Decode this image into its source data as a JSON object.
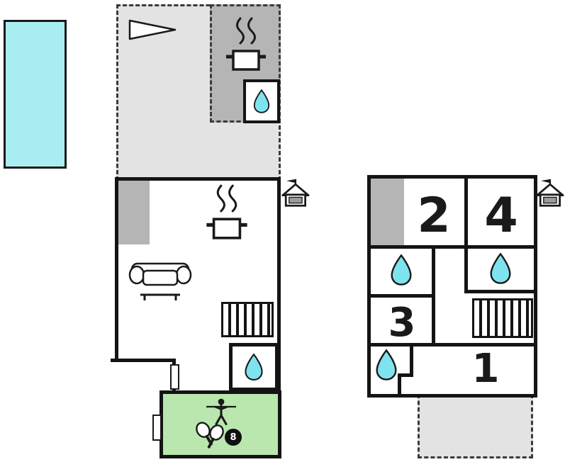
{
  "colors": {
    "pool": "#a9eef2",
    "terrace": "#e3e3e3",
    "dark-zone": "#b5b5b5",
    "game-room": "#b9e7ad",
    "water-drop": "#7ee3ef",
    "wall": "#141414"
  },
  "ground_floor": {
    "pool_icon": "swimming-pool",
    "terrace_icons": [
      "pennant-icon",
      "stove-icon",
      "water-drop-icon"
    ],
    "room_icons": [
      "stove-icon",
      "sofa-icon",
      "stairs-icon",
      "water-drop-icon"
    ],
    "game_room": {
      "icons": [
        "foosball-player-icon",
        "table-tennis-paddles-icon",
        "billiard-8-ball-icon"
      ],
      "ball_label": "8"
    },
    "entrance_icon": "house-flag-icon"
  },
  "first_floor": {
    "rooms": [
      {
        "label": "2"
      },
      {
        "label": "4"
      },
      {
        "label": "3"
      },
      {
        "label": "1"
      }
    ],
    "bath_icons": [
      "water-drop-icon",
      "water-drop-icon",
      "water-drop-icon"
    ],
    "stairs_icon": "stairs-icon",
    "entrance_icon": "house-flag-icon"
  }
}
